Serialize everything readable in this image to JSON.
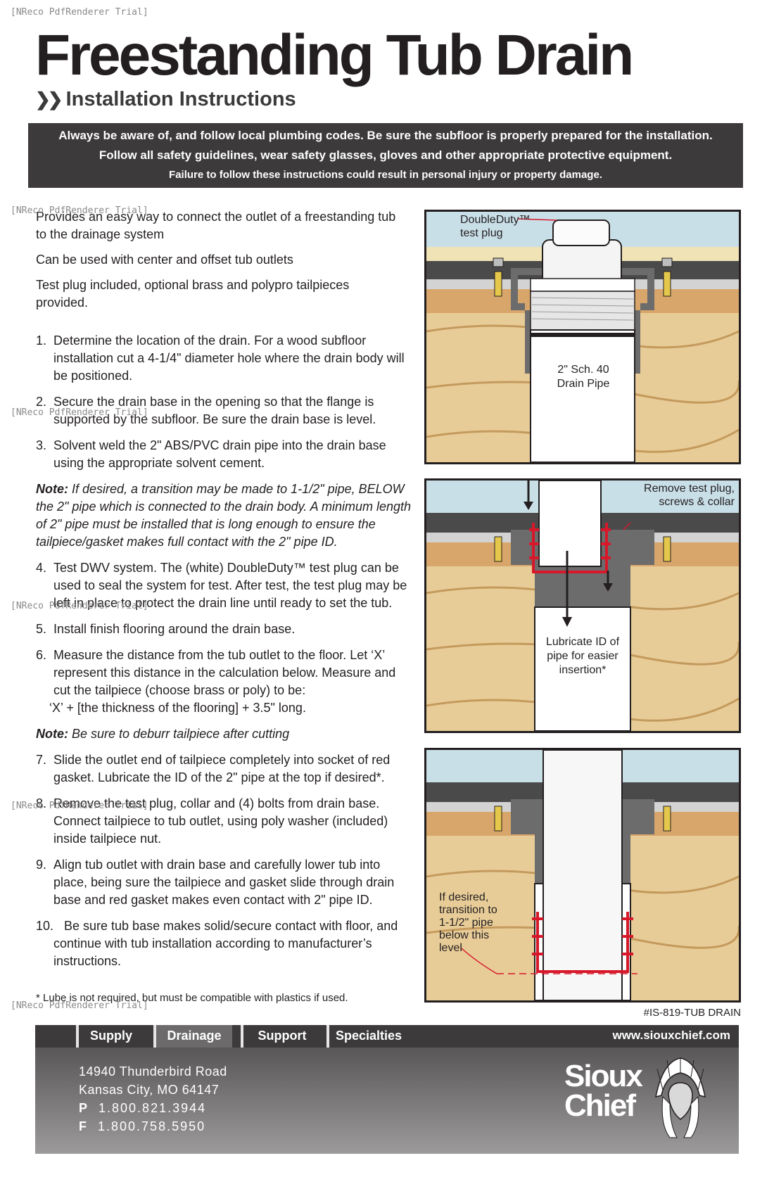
{
  "watermark": "[NReco PdfRenderer Trial]",
  "title": "Freestanding Tub Drain",
  "subtitle": "Installation Instructions",
  "warning": [
    "Always be aware of, and follow local plumbing codes. Be sure the subfloor is properly prepared for the installation.",
    "Follow all safety guidelines, wear safety glasses, gloves and other appropriate protective equipment.",
    "Failure to follow these instructions could result in personal injury or property damage."
  ],
  "intro": [
    "Provides an easy way to connect the outlet of a freestanding tub to the drainage system",
    "Can be used with center and offset tub outlets",
    "Test plug included, optional brass and polypro tailpieces provided."
  ],
  "steps": {
    "s1": {
      "num": "1.",
      "text": "Determine the location of the drain. For a wood subfloor installation cut a 4-1/4\" diameter hole where the drain body will be positioned."
    },
    "s2": {
      "num": "2.",
      "text": "Secure the drain base in the opening so that the flange is supported by the subfloor. Be sure the drain base is level."
    },
    "s3": {
      "num": "3.",
      "text": "Solvent weld the 2\" ABS/PVC drain pipe into the drain base using the appropriate solvent cement."
    },
    "note1": {
      "label": "Note:",
      "text": "If desired, a transition may be made to 1-1/2\" pipe, BELOW the 2\" pipe which is connected to the drain body. A minimum length of 2\" pipe must be installed that is long enough to ensure the tailpiece/gasket makes full contact with the 2\" pipe ID."
    },
    "s4": {
      "num": "4.",
      "text": "Test DWV system. The (white) DoubleDuty™ test plug can be used to seal the system for test. After test, the test plug may be left in place to protect the drain line until ready to set the tub."
    },
    "s5": {
      "num": "5.",
      "text": "Install finish flooring around the drain base."
    },
    "s6": {
      "num": "6.",
      "text": "Measure the distance from the tub outlet to the floor. Let ‘X’ represent this distance in the calculation below. Measure and cut the tailpiece (choose brass or poly) to be:",
      "formula": "‘X’ + [the thickness of the flooring] + 3.5\" long."
    },
    "note2": {
      "label": "Note:",
      "text": "Be sure to deburr tailpiece after cutting"
    },
    "s7": {
      "num": "7.",
      "text": "Slide the outlet end of tailpiece completely into socket of red gasket. Lubricate the ID of the 2\" pipe at the top if desired*."
    },
    "s8": {
      "num": "8.",
      "text": "Remove the test plug, collar and (4) bolts from drain base. Connect tailpiece to tub outlet, using poly washer (included) inside tailpiece nut."
    },
    "s9": {
      "num": "9.",
      "text": "Align tub outlet with drain base and carefully lower tub into place, being sure the tailpiece and gasket slide through drain base and red gasket makes even contact with 2\" pipe ID."
    },
    "s10": {
      "num": "10.",
      "text": "Be sure tub base makes solid/secure contact with floor, and continue with tub installation according to manufacturer’s instructions."
    }
  },
  "footnote": "* Lube is not required, but must be compatible with plastics if used.",
  "diagrams": {
    "d1": {
      "plug_label_1": "DoubleDuty™",
      "plug_label_2": "test plug",
      "pipe_label_1": "2\" Sch. 40",
      "pipe_label_2": "Drain Pipe"
    },
    "d2": {
      "remove_label_1": "Remove test plug,",
      "remove_label_2": "screws & collar",
      "lube_label_1": "Lubricate ID of",
      "lube_label_2": "pipe for easier",
      "lube_label_3": "insertion*"
    },
    "d3": {
      "transition_1": "If desired,",
      "transition_2": "transition to",
      "transition_3": "1-1/2\" pipe",
      "transition_4": "below this",
      "transition_5": "level"
    }
  },
  "doc_number": "#IS-819-TUB DRAIN",
  "footer": {
    "tabs": [
      "Supply",
      "Drainage",
      "Support",
      "Specialties"
    ],
    "website": "www.siouxchief.com",
    "address_1": "14940 Thunderbird Road",
    "address_2": "Kansas City, MO 64147",
    "phone_label": "P",
    "phone": "1.800.821.3944",
    "fax_label": "F",
    "fax": "1.800.758.5950",
    "logo_1": "Sioux",
    "logo_2": "Chief"
  },
  "colors": {
    "dark_bar": "#3c3a3b",
    "gasket_red": "#d7182a",
    "wood": "#e8cc98",
    "tub_blue": "#c9dfe8",
    "drain_gray": "#6d6c6c"
  }
}
